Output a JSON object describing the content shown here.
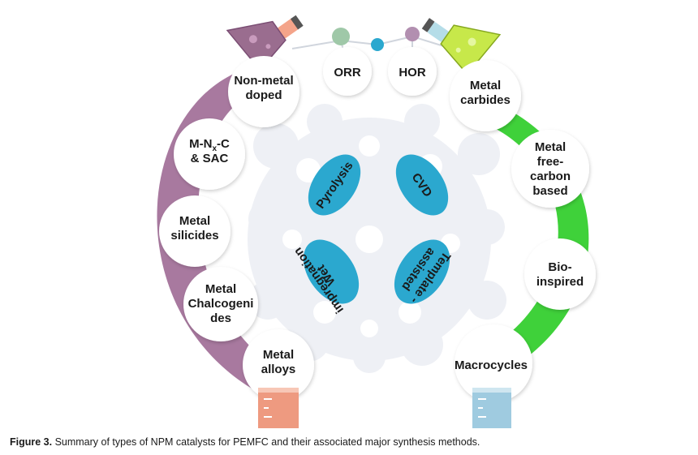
{
  "reactions": {
    "orr": "ORR",
    "hor": "HOR"
  },
  "left_catalysts": [
    [
      "Non-metal",
      "doped"
    ],
    [
      "M-N",
      "x",
      "-C",
      "& SAC"
    ],
    [
      "Metal",
      "silicides"
    ],
    [
      "Metal",
      "Chalcogeni",
      "des"
    ],
    [
      "Metal",
      "alloys"
    ]
  ],
  "right_catalysts": [
    [
      "Metal",
      "carbides"
    ],
    [
      "Metal",
      "free-",
      "carbon",
      "based"
    ],
    [
      "Bio-",
      "inspired"
    ],
    [
      "Macrocycles"
    ]
  ],
  "synthesis_methods": {
    "pyrolysis": "Pyrolysis",
    "cvd": "CVD",
    "wet_impregnation": [
      "Wet",
      "impregnation"
    ],
    "template_assisted": [
      "Template",
      "-",
      "assisted"
    ]
  },
  "caption": {
    "label": "Figure 3.",
    "text": " Summary of types of NPM catalysts for PEMFC and their associated major synthesis methods."
  },
  "colors": {
    "left_arc": "#a8799f",
    "right_arc": "#3fd13a",
    "method_blob": "#2ba8cf",
    "connector_node_left": "#9fc8a8",
    "connector_node_mid": "#2ba8cf",
    "connector_node_right": "#b28fb0",
    "beaker_left": "#ee9a80",
    "beaker_right": "#9fcbe0"
  }
}
